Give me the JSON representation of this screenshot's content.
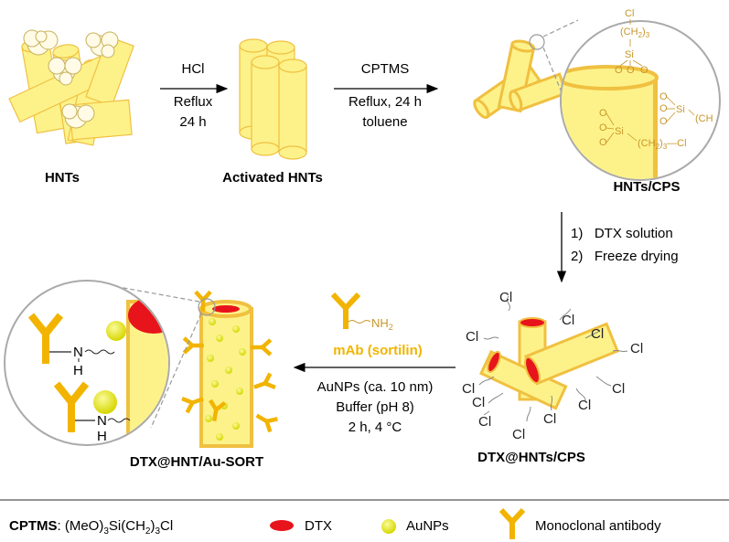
{
  "step1": {
    "reagent": "HCl",
    "line2": "Reflux",
    "line3": "24 h"
  },
  "step2": {
    "reagent": "CPTMS",
    "line2": "Reflux, 24 h",
    "line3": "toluene"
  },
  "step3": {
    "line1": "1)   DTX solution",
    "line2": "2)   Freeze drying"
  },
  "step4": {
    "antibody_group": "NH",
    "antibody_sub": "2",
    "reagent": "mAb (sortilin)",
    "line2": "AuNPs (ca. 10 nm)",
    "line3": "Buffer (pH 8)",
    "line4": "2 h, 4 °C"
  },
  "labels": {
    "hnts": "HNTs",
    "activated": "Activated HNTs",
    "cps": "HNTs/CPS",
    "dtx_cps": "DTX@HNTs/CPS",
    "final": "DTX@HNT/Au-SORT"
  },
  "zoom_top": {
    "cl": "Cl",
    "ch2_3": "(CH",
    "sub2": "2",
    "close3": ")",
    "sub3": "3",
    "si": "Si",
    "o": "O",
    "ch_partial": "(CH",
    "dash_cl": "—Cl"
  },
  "zoom_bottom": {
    "n": "N",
    "h": "H"
  },
  "cl_label": "Cl",
  "footer": {
    "cptms_label": "CPTMS",
    "formula_pre": ": (MeO)",
    "formula_sub1": "3",
    "formula_mid": "Si(CH",
    "formula_sub2": "2",
    "formula_mid2": ")",
    "formula_sub3": "3",
    "formula_post": "Cl",
    "legend_dtx": "DTX",
    "legend_aunp": "AuNPs",
    "legend_mab": "Monoclonal antibody"
  },
  "colors": {
    "tube_fill": "#fdf28a",
    "tube_stroke": "#f0c040",
    "dtx": "#e8141b",
    "aunp": "#e6e61a",
    "antibody": "#f2b400",
    "chem": "#c8962a"
  }
}
